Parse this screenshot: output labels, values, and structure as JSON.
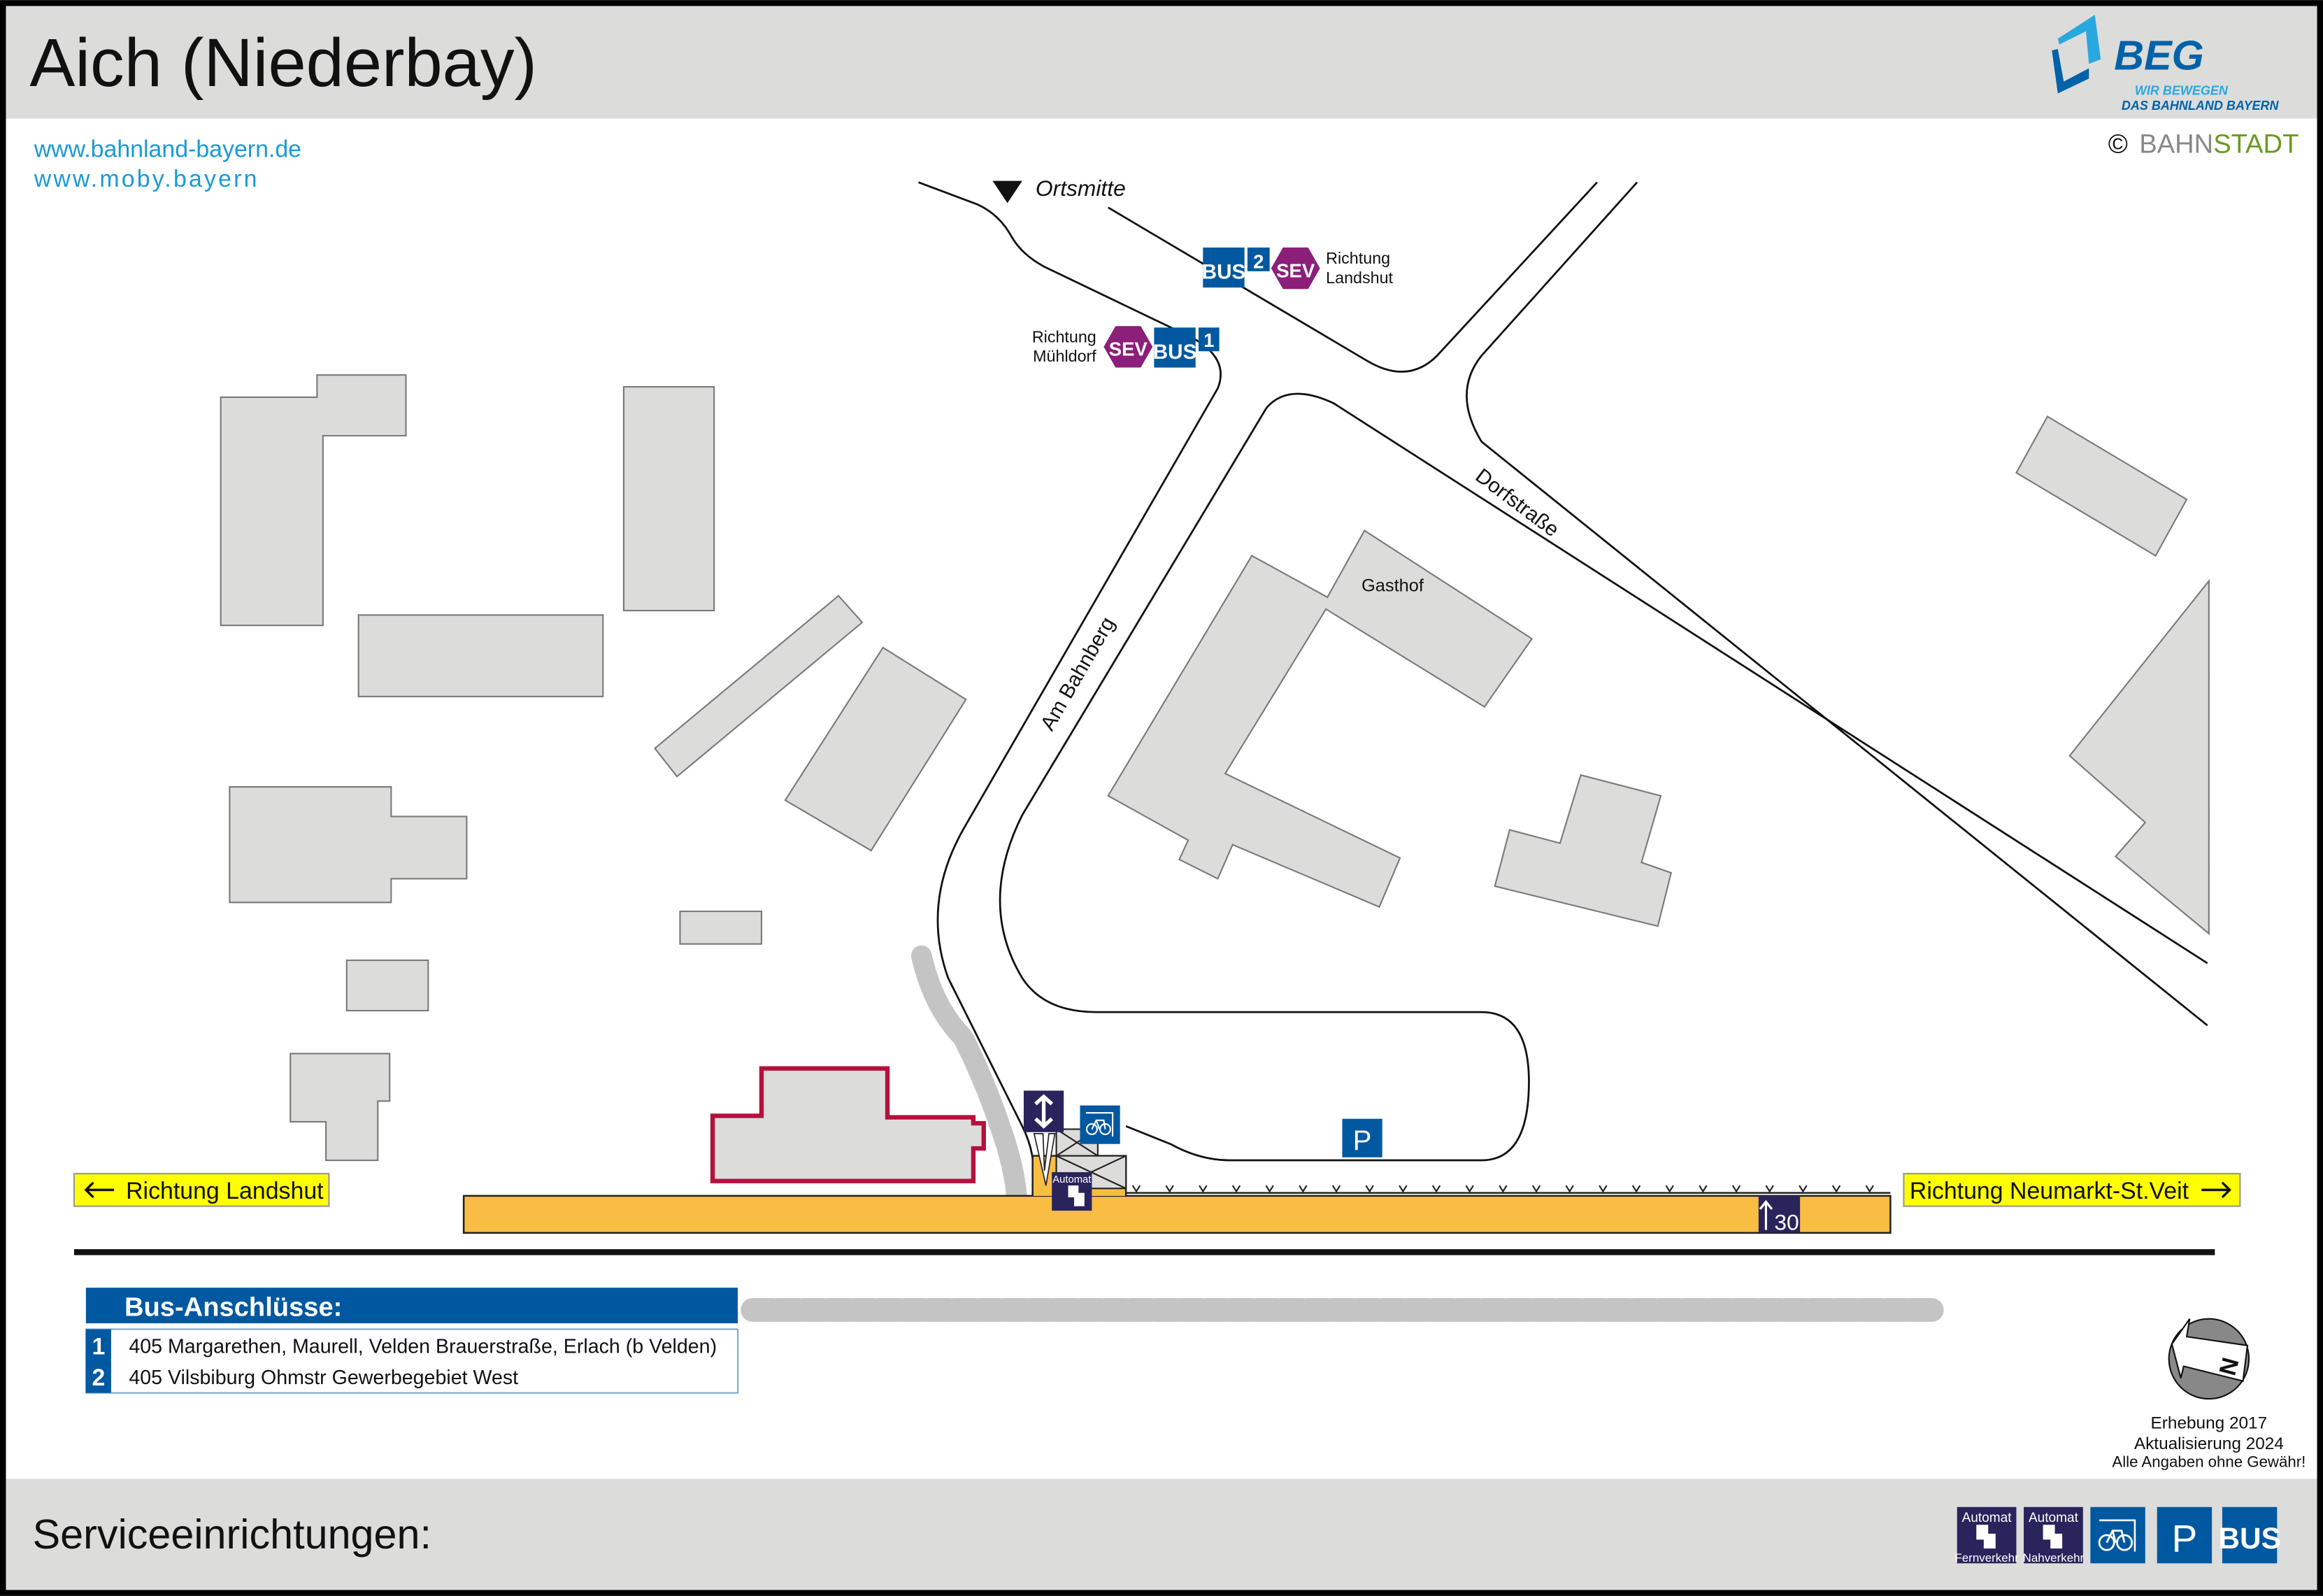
{
  "header": {
    "title": "Aich (Niederbay)",
    "logo": {
      "name": "BEG",
      "tagline_1": "WIR BEWEGEN",
      "tagline_2": "DAS BAHNLAND BAYERN"
    },
    "copyright_symbol": "©",
    "copyright_brand_a": "BAHN",
    "copyright_brand_b": "STADT"
  },
  "links": [
    "www.bahnland-bayern.de",
    "www.moby.bayern"
  ],
  "map": {
    "labels": {
      "ortsmitte": "Ortsmitte",
      "dorfstrasse": "Dorfstraße",
      "am_bahnberg": "Am Bahnberg",
      "gasthof": "Gasthof"
    },
    "stop_2": {
      "bus": "BUS",
      "number": "2",
      "sev": "SEV",
      "direction_1": "Richtung",
      "direction_2": "Landshut"
    },
    "stop_1": {
      "bus": "BUS",
      "number": "1",
      "sev": "SEV",
      "direction_1": "Richtung",
      "direction_2": "Mühldorf"
    },
    "direction_left": "Richtung Landshut",
    "direction_right": "Richtung Neumarkt-St.Veit",
    "parking": "P",
    "automat": "Automat",
    "platform_height": "30",
    "colors": {
      "blue": "#0058a0",
      "navy": "#29245c",
      "sev": "#8b1f7a",
      "platform": "#f9bd44",
      "yellow": "#ffff00",
      "building": "#dcdcdb",
      "station": "#b5103c"
    }
  },
  "bus_connections": {
    "title": "Bus-Anschlüsse:",
    "rows": [
      {
        "num": "1",
        "text": "405 Margarethen, Maurell, Velden Brauerstraße, Erlach (b Velden)"
      },
      {
        "num": "2",
        "text": "405 Vilsbiburg Ohmstr Gewerbegebiet West"
      }
    ]
  },
  "notes": [
    "Erhebung 2017",
    "Aktualisierung 2024",
    "Alle Angaben ohne Gewähr!"
  ],
  "compass": "N",
  "footer": {
    "title": "Serviceeinrichtungen:",
    "services": [
      {
        "top": "Automat",
        "bottom": "Fernverkehr"
      },
      {
        "top": "Automat",
        "bottom": "Nahverkehr"
      },
      {
        "icon": "bike-parking-icon"
      },
      {
        "label": "P"
      },
      {
        "label": "BUS"
      }
    ]
  }
}
